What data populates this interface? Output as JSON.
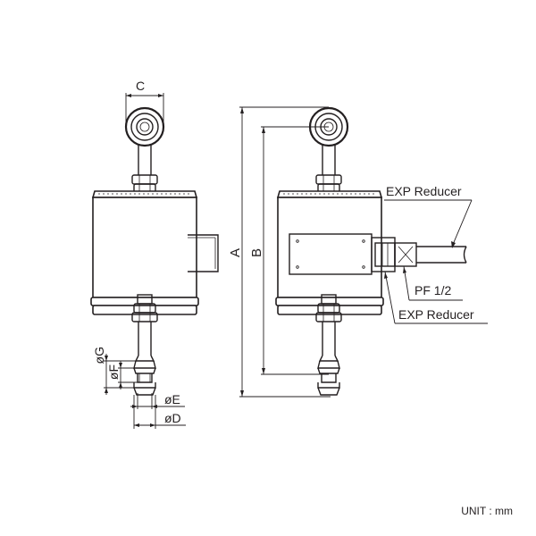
{
  "dimensions": {
    "A": "A",
    "B": "B",
    "C": "C",
    "D": "øD",
    "E": "øE",
    "F": "øF",
    "G": "øG"
  },
  "callouts": {
    "exp_reducer_top": "EXP Reducer",
    "pf_thread": "PF 1/2",
    "exp_reducer_bottom": "EXP Reducer"
  },
  "unit": "UNIT : mm"
}
